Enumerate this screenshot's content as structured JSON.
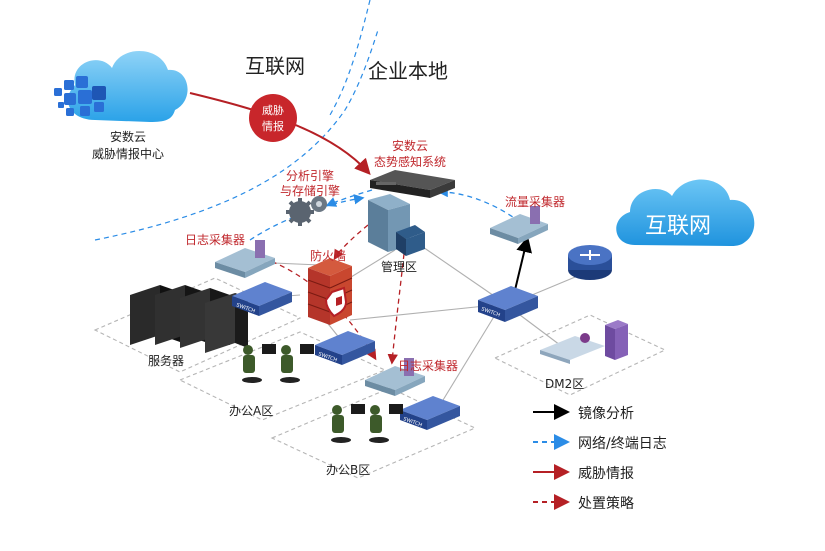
{
  "zones": {
    "internet": "互联网",
    "enterprise": "企业本地"
  },
  "cloud_center": {
    "line1": "安数云",
    "line2": "威胁情报中心"
  },
  "threat_badge": {
    "line1": "威胁",
    "line2": "情报"
  },
  "situational_system": {
    "line1": "安数云",
    "line2": "态势感知系统"
  },
  "engine": {
    "line1": "分析引擎",
    "line2": "与存储引擎"
  },
  "internet_cloud": "互联网",
  "labels": {
    "log_collector_top": "日志采集器",
    "log_collector_mid": "日志采集器",
    "flow_collector": "流量采集器",
    "firewall": "防火墙",
    "management_zone": "管理区",
    "servers": "服务器",
    "office_a": "办公A区",
    "office_b": "办公B区",
    "dm2": "DM2区"
  },
  "switch_text": "SWITCH",
  "legend": [
    {
      "label": "镜像分析",
      "style": "solid",
      "color": "#000000"
    },
    {
      "label": "网络/终端日志",
      "style": "dashed",
      "color": "#2b8ce6"
    },
    {
      "label": "威胁情报",
      "style": "solid",
      "color": "#b52025"
    },
    {
      "label": "处置策略",
      "style": "dashed",
      "color": "#b52025"
    }
  ]
}
